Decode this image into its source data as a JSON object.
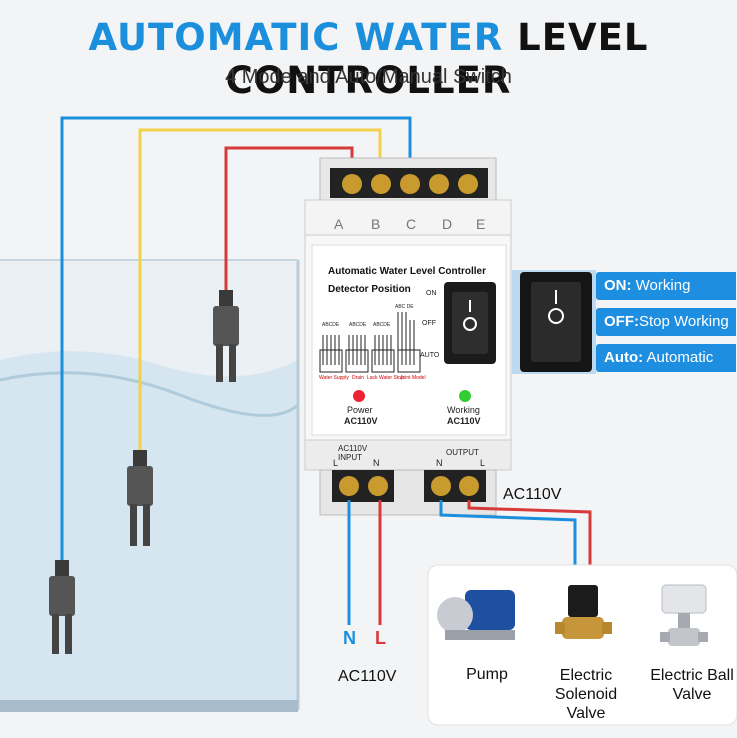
{
  "title": {
    "part1": "AUTOMATIC WATER",
    "part2": "LEVEL CONTROLLER"
  },
  "subtitle": "4 Mode and Auto/Manual Switch",
  "terminals_top": [
    "A",
    "B",
    "C",
    "D",
    "E"
  ],
  "device": {
    "title": "Automatic Water Level Controller",
    "subtitle": "Detector Position",
    "switch_on": "ON",
    "switch_off": "OFF",
    "switch_auto": "AUTO",
    "probe_sets": [
      "ABCDE",
      "ABCDE",
      "ABCDE",
      "ABC DE"
    ],
    "modes": [
      "Water Supply",
      "Drain",
      "Lack Water Stop",
      "Joint Model"
    ],
    "power_label": "Power",
    "power_voltage": "AC110V",
    "working_label": "Working",
    "working_voltage": "AC110V",
    "input_label": "AC110V INPUT",
    "input_l": "L",
    "input_n": "N",
    "output_label": "OUTPUT",
    "output_n": "N",
    "output_l": "L"
  },
  "switch_callouts": [
    {
      "key": "ON:",
      "text": " Working"
    },
    {
      "key": "OFF:",
      "text": "Stop Working"
    },
    {
      "key": "Auto:",
      "text": " Automatic"
    }
  ],
  "output_voltage": "AC110V",
  "input_n": "N",
  "input_l": "L",
  "input_voltage": "AC110V",
  "devices": [
    "Pump",
    "Electric Solenoid Valve",
    "Electric Ball Valve"
  ],
  "colors": {
    "blue": "#1b8fdc",
    "yellow": "#f2d24a",
    "red": "#d63a3a",
    "brass": "#c99a2e"
  }
}
